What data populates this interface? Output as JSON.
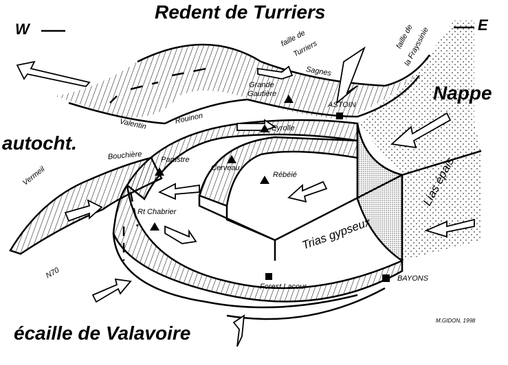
{
  "title": "Redent de Turriers",
  "west": "W",
  "east": "E",
  "units": {
    "nappe": "Nappe",
    "autochtone": "autocht.",
    "ecaille": "écaille de Valavoire",
    "lias": "Lias épais",
    "trias": "Trias gypseux"
  },
  "faults": {
    "turriers": [
      "faille de",
      "Turriers"
    ],
    "frayssinie": [
      "faille de",
      "la Frayssinie"
    ]
  },
  "places": {
    "sagnes": "Sagnes",
    "grande_gautiere": [
      "Grande",
      "Gautière"
    ],
    "astoin": "ASTOIN",
    "valentin": "Valentin",
    "rouinon": "Rouinon",
    "eyrolle": "Eyrolle",
    "bouchiere": "Bouchière",
    "parustre": "Parustre",
    "cerveau": "Cerveau",
    "vermeil": "Vermeil",
    "rebeie": "Rébéié",
    "chabrier": "Rt Chabrier",
    "n70": "N70",
    "bayons": "BAYONS",
    "forest_lacour": "Forest Lacour"
  },
  "credit": "M.GIDON, 1998"
}
